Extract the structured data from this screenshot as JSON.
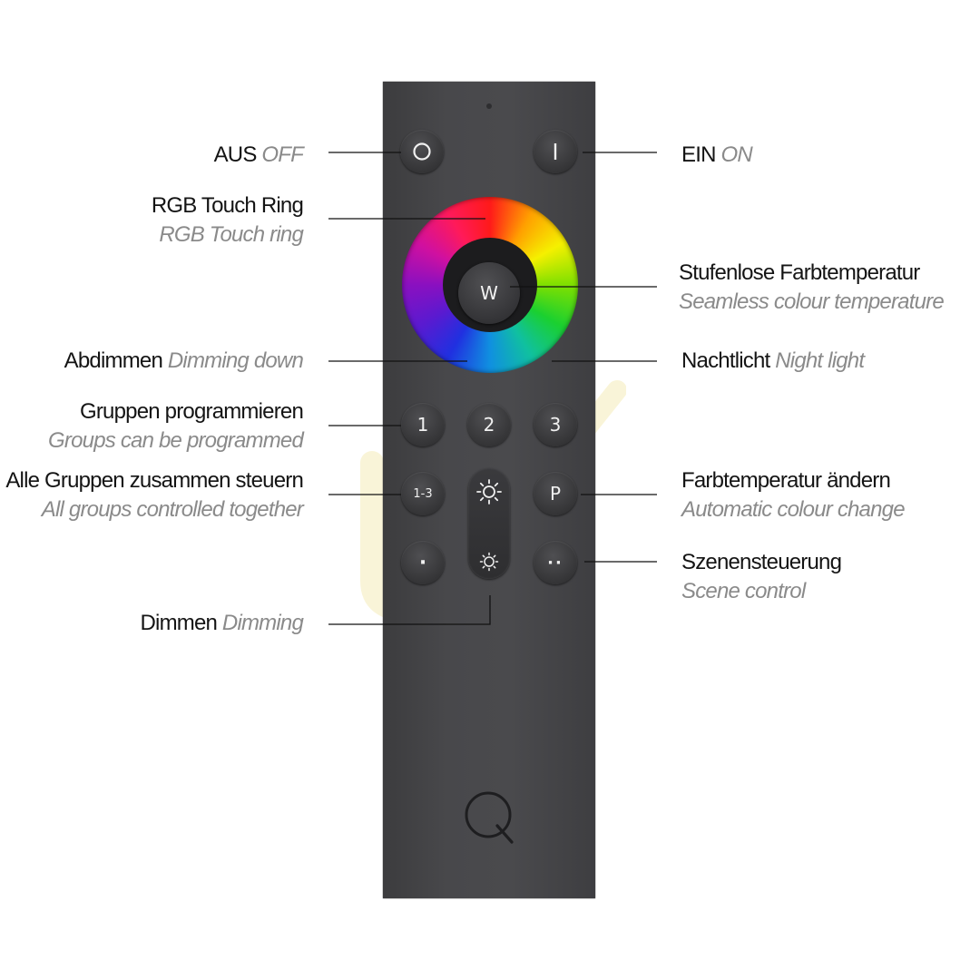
{
  "remote": {
    "buttons": {
      "off_symbol": "O",
      "on_symbol": "I",
      "white_label": "W",
      "group1": "1",
      "group2": "2",
      "group3": "3",
      "all_groups": "1-3",
      "program": "P",
      "scene1": "·",
      "scene2": "··"
    },
    "icons": [
      "brightness-up-icon",
      "brightness-down-icon",
      "q-logo-icon"
    ],
    "ring_colors": [
      "#ff1a1a",
      "#ffa000",
      "#f5f000",
      "#1ad030",
      "#1090e0",
      "#2030e0",
      "#8a10c0",
      "#d010a0"
    ]
  },
  "labels": {
    "off": {
      "de": "AUS",
      "en": "OFF"
    },
    "on": {
      "de": "EIN",
      "en": "ON"
    },
    "rgb_ring": {
      "de": "RGB Touch Ring",
      "en": "RGB Touch ring"
    },
    "color_temp": {
      "de": "Stufenlose Farbtemperatur",
      "en": "Seamless colour temperature"
    },
    "dimming_down": {
      "de": "Abdimmen",
      "en": "Dimming down"
    },
    "night_light": {
      "de": "Nachtlicht",
      "en": "Night light"
    },
    "groups": {
      "de": "Gruppen programmieren",
      "en": "Groups can be programmed"
    },
    "all_groups": {
      "de": "Alle Gruppen zusammen steuern",
      "en": "All groups controlled together"
    },
    "auto_color": {
      "de": "Farbtemperatur ändern",
      "en": "Automatic colour change"
    },
    "scene": {
      "de": "Szenensteuerung",
      "en": "Scene control"
    },
    "dimming": {
      "de": "Dimmen",
      "en": "Dimming"
    }
  }
}
